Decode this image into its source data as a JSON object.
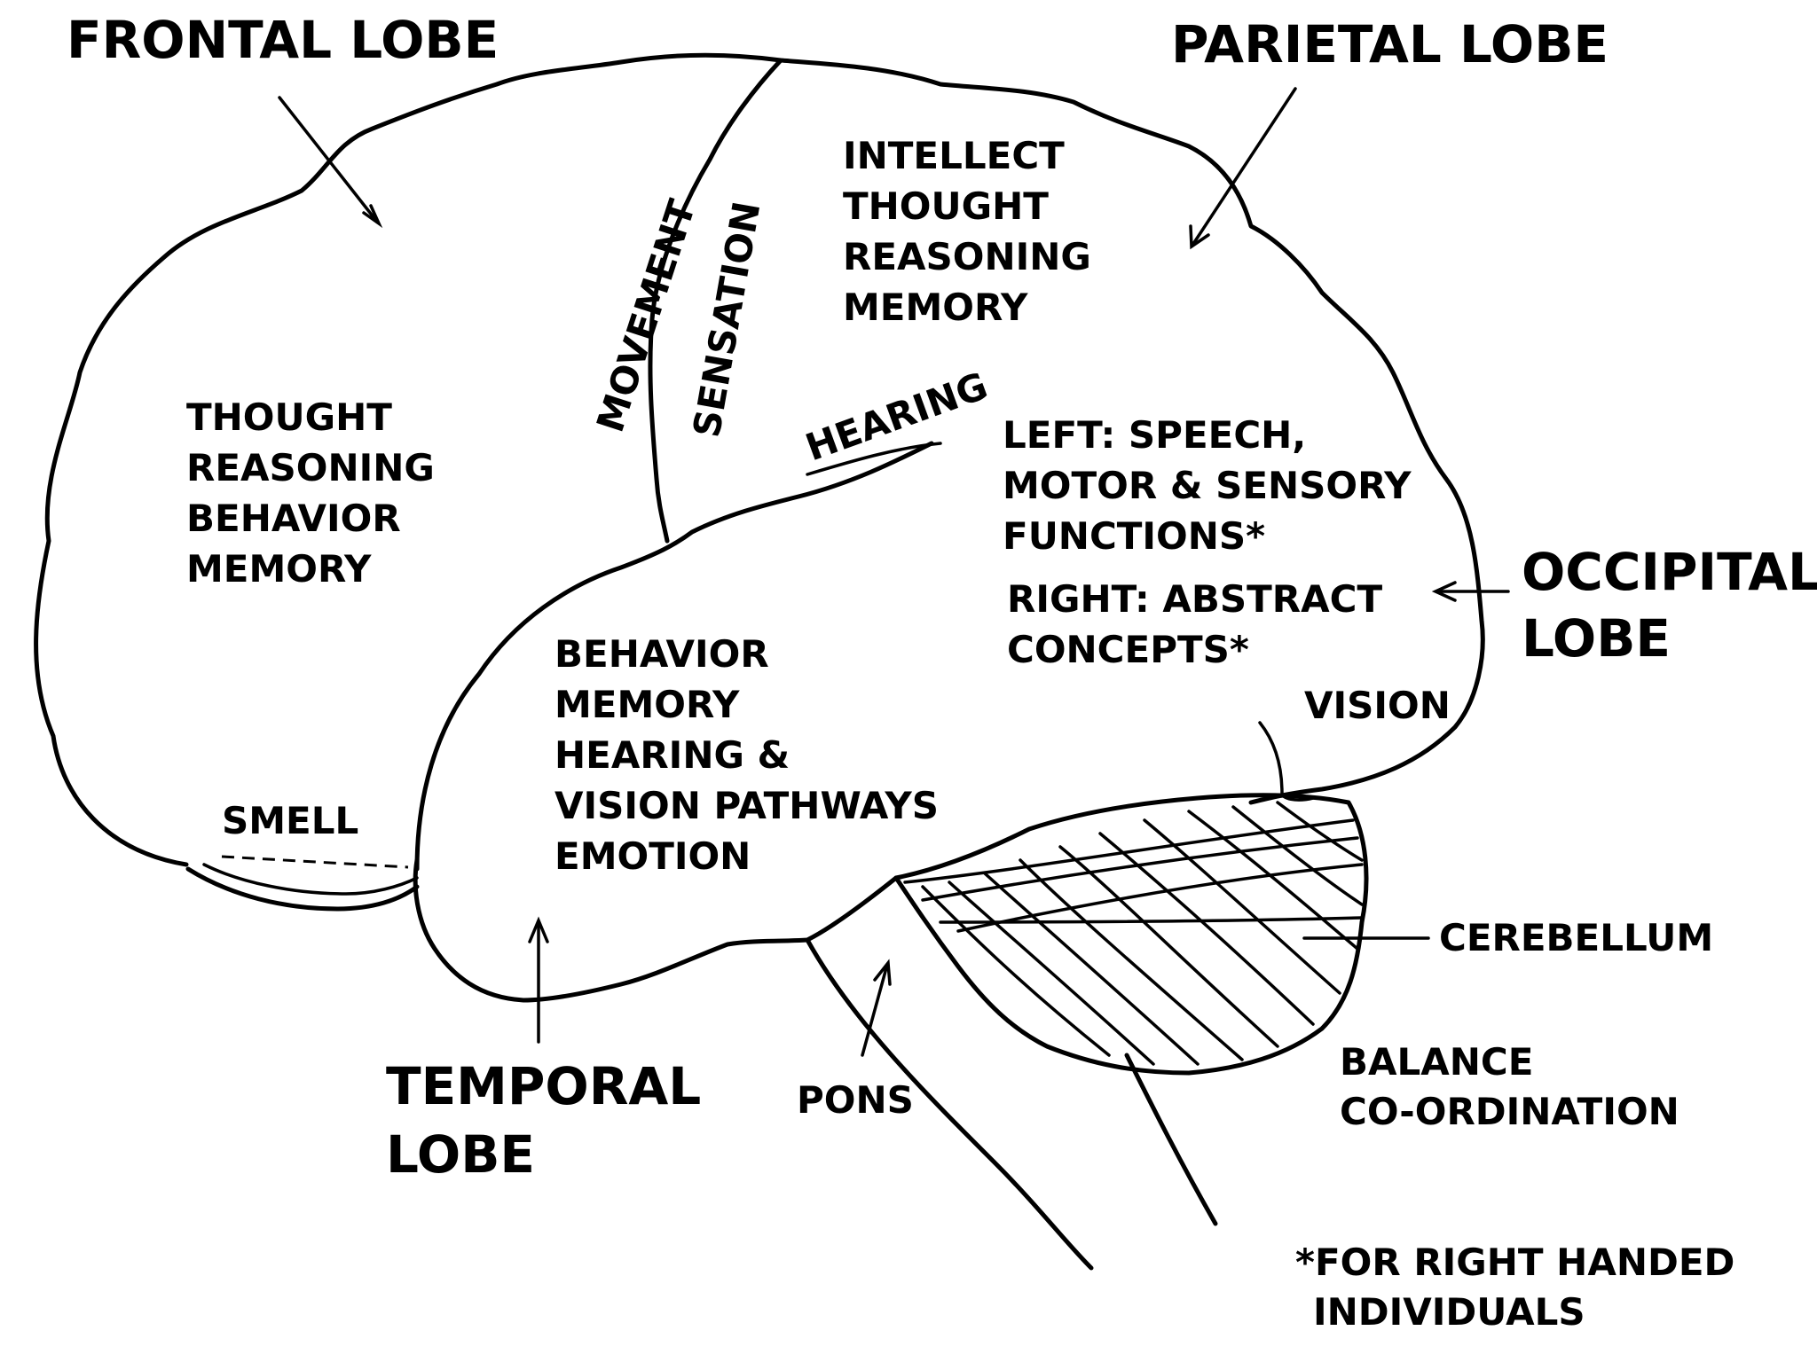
{
  "labels": {
    "frontal_lobe": "FRONTAL LOBE",
    "parietal_lobe": "PARIETAL LOBE",
    "occipital_lobe_1": "OCCIPITAL",
    "occipital_lobe_2": "LOBE",
    "temporal_lobe_1": "TEMPORAL",
    "temporal_lobe_2": "LOBE",
    "cerebellum": "CEREBELLUM",
    "pons": "PONS",
    "movement": "MOVEMENT",
    "sensation": "SENSATION",
    "hearing": "HEARING",
    "smell": "SMELL",
    "vision": "VISION"
  },
  "frontal_functions": [
    "THOUGHT",
    "REASONING",
    "BEHAVIOR",
    "MEMORY"
  ],
  "parietal_functions": [
    "INTELLECT",
    "THOUGHT",
    "REASONING",
    "MEMORY"
  ],
  "temporal_functions": [
    "BEHAVIOR",
    "MEMORY",
    "HEARING &",
    "VISION PATHWAYS",
    "EMOTION"
  ],
  "hemisphere_left": [
    "LEFT: SPEECH,",
    "MOTOR & SENSORY",
    "FUNCTIONS*"
  ],
  "hemisphere_right": [
    "RIGHT: ABSTRACT",
    "CONCEPTS*"
  ],
  "cerebellum_functions": [
    "BALANCE",
    "CO-ORDINATION"
  ],
  "footnote": [
    "*FOR RIGHT HANDED",
    "INDIVIDUALS"
  ]
}
